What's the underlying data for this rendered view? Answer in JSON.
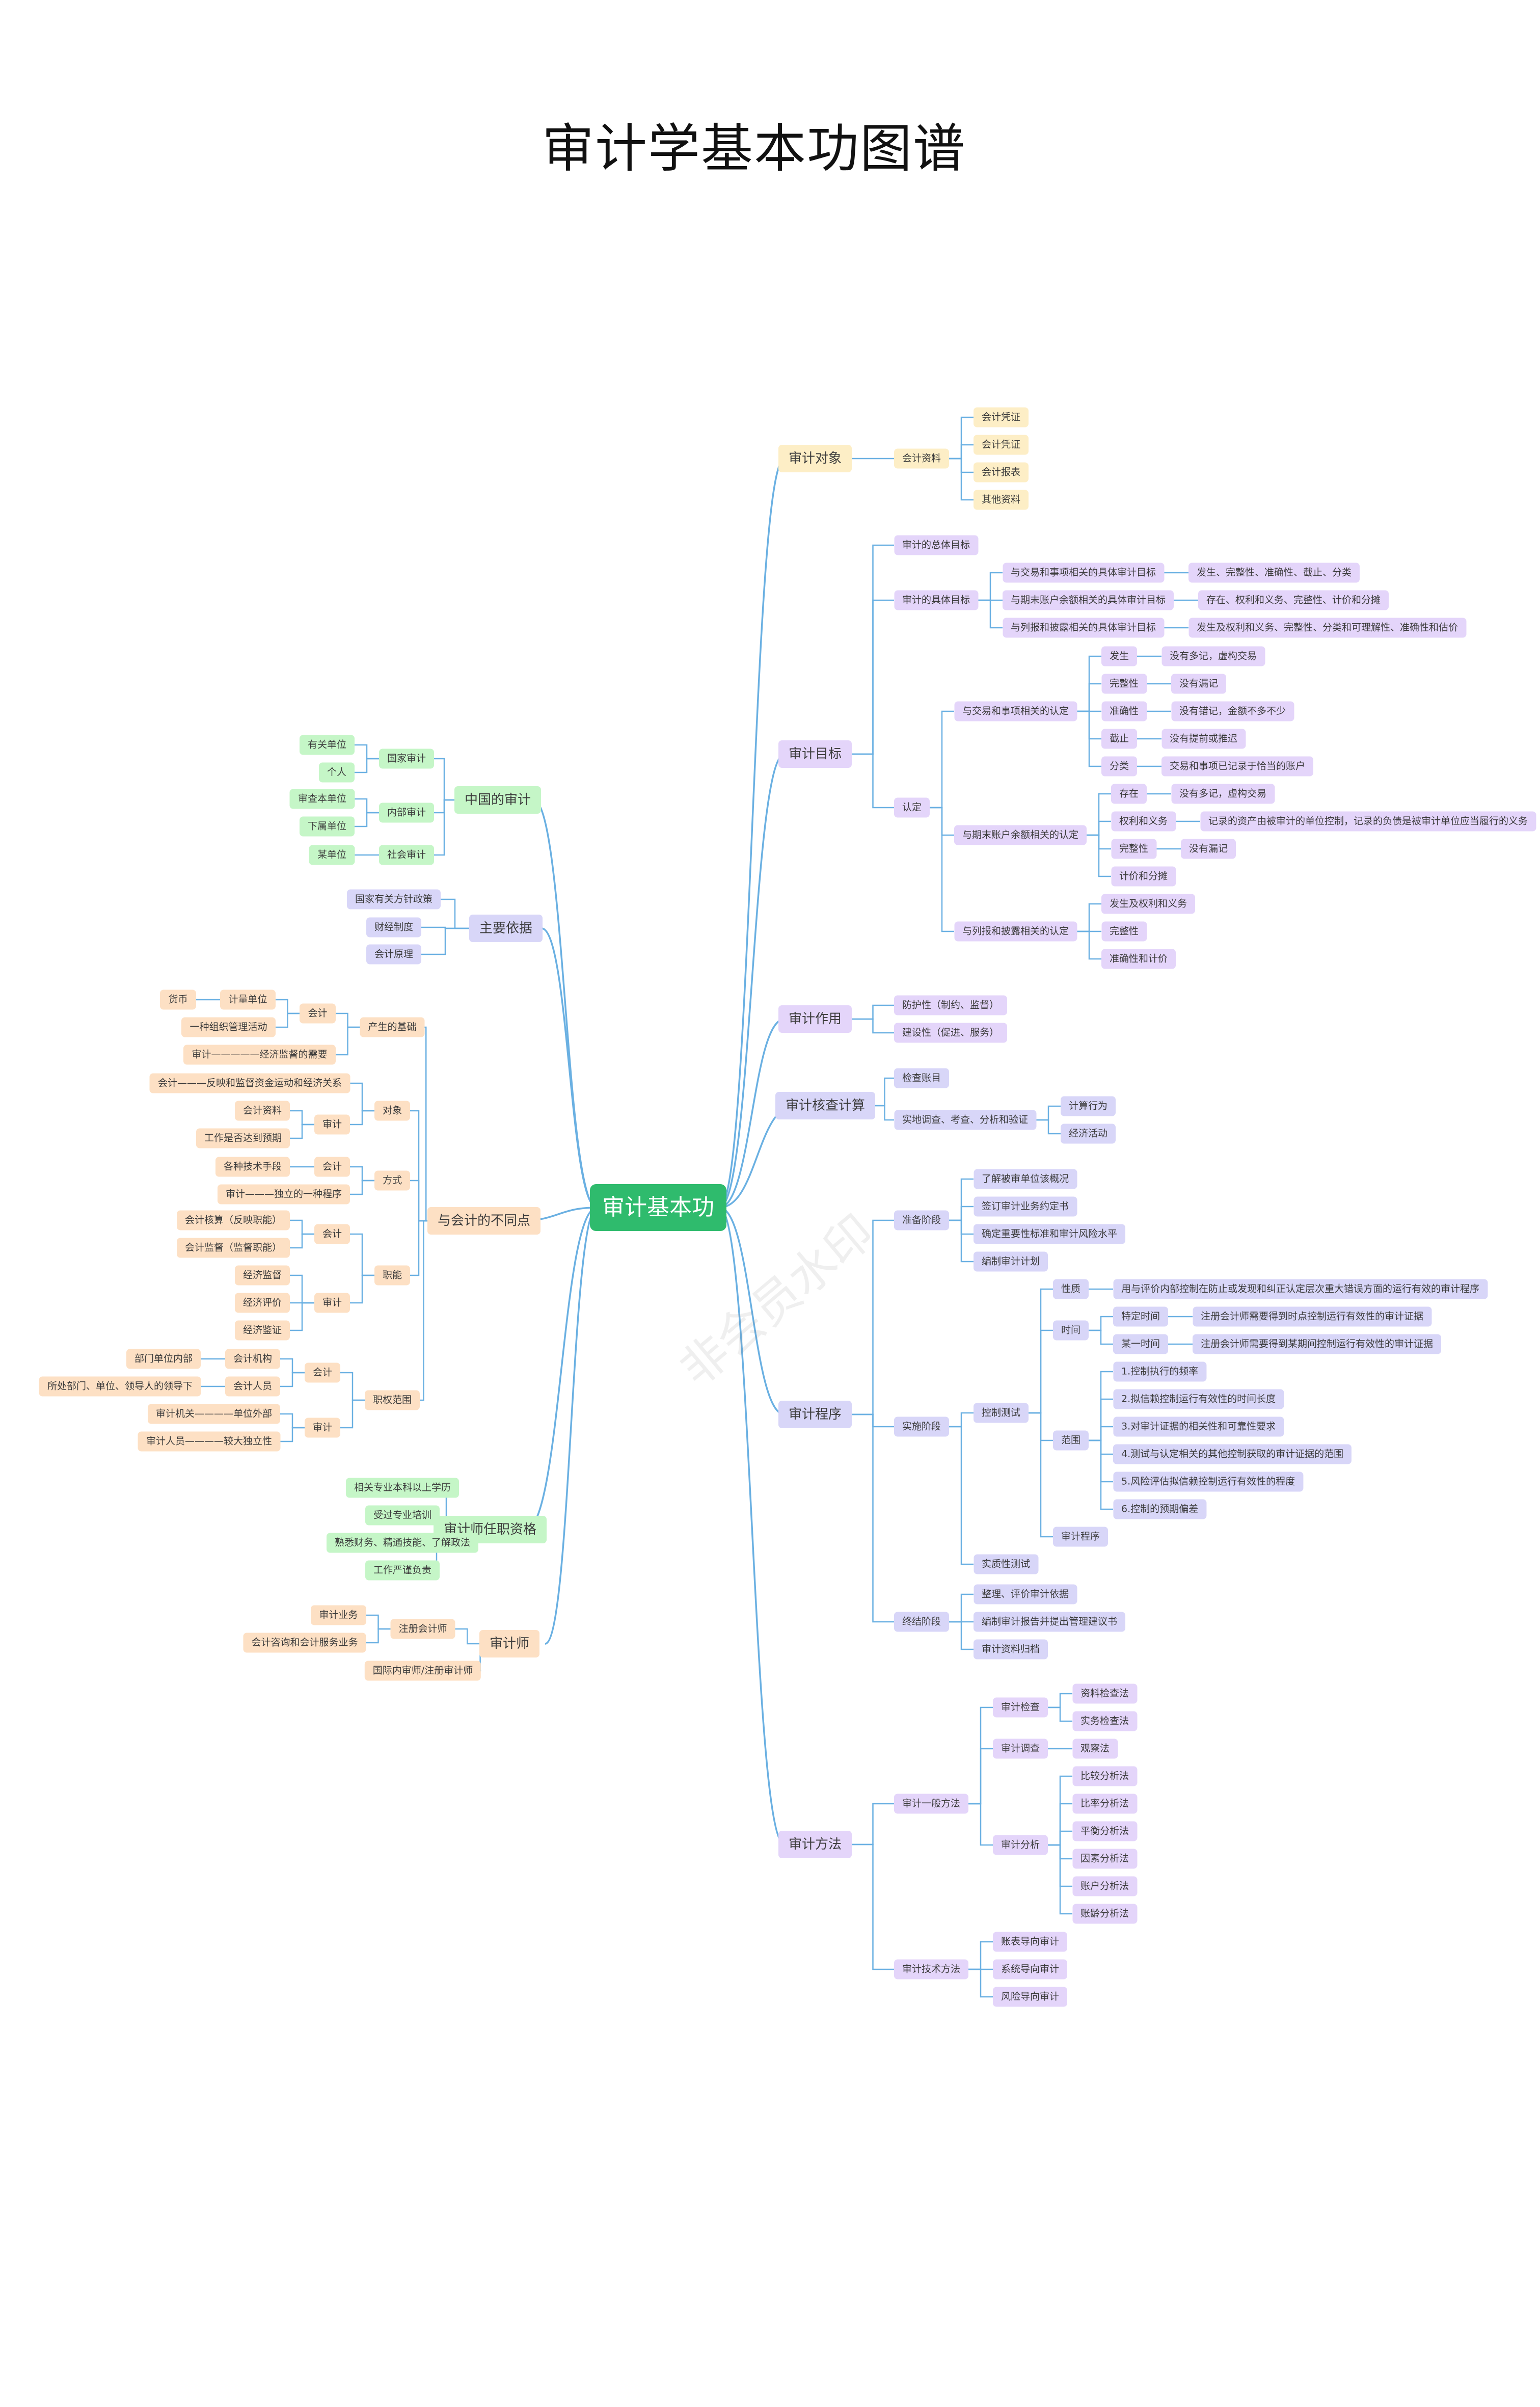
{
  "title": "审计学基本功图谱",
  "watermark": "非会员水印",
  "colors": {
    "line": "#6ab0e2",
    "root": "#2fbb6d",
    "yellow": "#fdeec6",
    "purple": "#e4d5fa",
    "blue": "#d8d6f8",
    "green": "#c5f6c7",
    "orange": "#fde0c4"
  },
  "mindmap": {
    "root": "审计基本功",
    "right": [
      {
        "label": "审计对象",
        "color": "yellow",
        "children": [
          {
            "label": "会计资料",
            "children": [
              {
                "label": "会计凭证"
              },
              {
                "label": "会计凭证"
              },
              {
                "label": "会计报表"
              },
              {
                "label": "其他资料"
              }
            ]
          }
        ]
      },
      {
        "label": "审计目标",
        "color": "purple",
        "children": [
          {
            "label": "审计的总体目标"
          },
          {
            "label": "审计的具体目标",
            "children": [
              {
                "label": "与交易和事项相关的具体审计目标",
                "children": [
                  {
                    "label": "发生、完整性、准确性、截止、分类"
                  }
                ]
              },
              {
                "label": "与期末账户余额相关的具体审计目标",
                "children": [
                  {
                    "label": "存在、权利和义务、完整性、计价和分摊"
                  }
                ]
              },
              {
                "label": "与列报和披露相关的具体审计目标",
                "children": [
                  {
                    "label": "发生及权利和义务、完整性、分类和可理解性、准确性和估价"
                  }
                ]
              }
            ]
          },
          {
            "label": "认定",
            "children": [
              {
                "label": "与交易和事项相关的认定",
                "children": [
                  {
                    "label": "发生",
                    "children": [
                      {
                        "label": "没有多记，虚构交易"
                      }
                    ]
                  },
                  {
                    "label": "完整性",
                    "children": [
                      {
                        "label": "没有漏记"
                      }
                    ]
                  },
                  {
                    "label": "准确性",
                    "children": [
                      {
                        "label": "没有错记，金额不多不少"
                      }
                    ]
                  },
                  {
                    "label": "截止",
                    "children": [
                      {
                        "label": "没有提前或推迟"
                      }
                    ]
                  },
                  {
                    "label": "分类",
                    "children": [
                      {
                        "label": "交易和事项已记录于恰当的账户"
                      }
                    ]
                  }
                ]
              },
              {
                "label": "与期末账户余额相关的认定",
                "children": [
                  {
                    "label": "存在",
                    "children": [
                      {
                        "label": "没有多记，虚构交易"
                      }
                    ]
                  },
                  {
                    "label": "权利和义务",
                    "children": [
                      {
                        "label": "记录的资产由被审计的单位控制，记录的负债是被审计单位应当履行的义务"
                      }
                    ]
                  },
                  {
                    "label": "完整性",
                    "children": [
                      {
                        "label": "没有漏记"
                      }
                    ]
                  },
                  {
                    "label": "计价和分摊"
                  }
                ]
              },
              {
                "label": "与列报和披露相关的认定",
                "children": [
                  {
                    "label": "发生及权利和义务"
                  },
                  {
                    "label": "完整性"
                  },
                  {
                    "label": "准确性和计价"
                  }
                ]
              }
            ]
          }
        ]
      },
      {
        "label": "审计作用",
        "color": "purple",
        "children": [
          {
            "label": "防护性（制约、监督）"
          },
          {
            "label": "建设性（促进、服务）"
          }
        ]
      },
      {
        "label": "审计核查计算",
        "color": "blue",
        "children": [
          {
            "label": "检查账目"
          },
          {
            "label": "实地调查、考查、分析和验证",
            "children": [
              {
                "label": "计算行为"
              },
              {
                "label": "经济活动"
              }
            ]
          }
        ]
      },
      {
        "label": "审计程序",
        "color": "blue",
        "children": [
          {
            "label": "准备阶段",
            "children": [
              {
                "label": "了解被审单位该概况"
              },
              {
                "label": "签订审计业务约定书"
              },
              {
                "label": "确定重要性标准和审计风险水平"
              },
              {
                "label": "编制审计计划"
              }
            ]
          },
          {
            "label": "实施阶段",
            "children": [
              {
                "label": "控制测试",
                "children": [
                  {
                    "label": "性质",
                    "children": [
                      {
                        "label": "用与评价内部控制在防止或发现和纠正认定层次重大错误方面的运行有效的审计程序"
                      }
                    ]
                  },
                  {
                    "label": "时间",
                    "children": [
                      {
                        "label": "特定时间",
                        "children": [
                          {
                            "label": "注册会计师需要得到时点控制运行有效性的审计证据"
                          }
                        ]
                      },
                      {
                        "label": "某一时间",
                        "children": [
                          {
                            "label": "注册会计师需要得到某期间控制运行有效性的审计证据"
                          }
                        ]
                      }
                    ]
                  },
                  {
                    "label": "范围",
                    "children": [
                      {
                        "label": "1.控制执行的频率"
                      },
                      {
                        "label": "2.拟信赖控制运行有效性的时间长度"
                      },
                      {
                        "label": "3.对审计证据的相关性和可靠性要求"
                      },
                      {
                        "label": "4.测试与认定相关的其他控制获取的审计证据的范围"
                      },
                      {
                        "label": "5.风险评估拟信赖控制运行有效性的程度"
                      },
                      {
                        "label": "6.控制的预期偏差"
                      }
                    ]
                  },
                  {
                    "label": "审计程序"
                  }
                ]
              },
              {
                "label": "实质性测试"
              }
            ]
          },
          {
            "label": "终结阶段",
            "children": [
              {
                "label": "整理、评价审计依据"
              },
              {
                "label": "编制审计报告并提出管理建议书"
              },
              {
                "label": "审计资料归档"
              }
            ]
          }
        ]
      },
      {
        "label": "审计方法",
        "color": "purple",
        "children": [
          {
            "label": "审计一般方法",
            "children": [
              {
                "label": "审计检查",
                "children": [
                  {
                    "label": "资料检查法"
                  },
                  {
                    "label": "实务检查法"
                  }
                ]
              },
              {
                "label": "审计调查",
                "children": [
                  {
                    "label": "观察法"
                  }
                ]
              },
              {
                "label": "审计分析",
                "children": [
                  {
                    "label": "比较分析法"
                  },
                  {
                    "label": "比率分析法"
                  },
                  {
                    "label": "平衡分析法"
                  },
                  {
                    "label": "因素分析法"
                  },
                  {
                    "label": "账户分析法"
                  },
                  {
                    "label": "账龄分析法"
                  }
                ]
              }
            ]
          },
          {
            "label": "审计技术方法",
            "children": [
              {
                "label": "账表导向审计"
              },
              {
                "label": "系统导向审计"
              },
              {
                "label": "风险导向审计"
              }
            ]
          }
        ]
      }
    ],
    "left": [
      {
        "label": "中国的审计",
        "color": "green",
        "children": [
          {
            "label": "国家审计",
            "children": [
              {
                "label": "有关单位"
              },
              {
                "label": "个人"
              }
            ]
          },
          {
            "label": "内部审计",
            "children": [
              {
                "label": "审查本单位"
              },
              {
                "label": "下属单位"
              }
            ]
          },
          {
            "label": "社会审计",
            "children": [
              {
                "label": "某单位"
              }
            ]
          }
        ]
      },
      {
        "label": "主要依据",
        "color": "blue",
        "children": [
          {
            "label": "国家有关方针政策"
          },
          {
            "label": "财经制度"
          },
          {
            "label": "会计原理"
          }
        ]
      },
      {
        "label": "与会计的不同点",
        "color": "orange",
        "children": [
          {
            "label": "产生的基础",
            "children": [
              {
                "label": "会计",
                "children": [
                  {
                    "label": "计量单位",
                    "children": [
                      {
                        "label": "货币"
                      }
                    ]
                  },
                  {
                    "label": "一种组织管理活动"
                  }
                ]
              },
              {
                "label": "审计—————经济监督的需要"
              }
            ]
          },
          {
            "label": "对象",
            "children": [
              {
                "label": "会计———反映和监督资金运动和经济关系"
              },
              {
                "label": "审计",
                "children": [
                  {
                    "label": "会计资料"
                  },
                  {
                    "label": "工作是否达到预期"
                  }
                ]
              }
            ]
          },
          {
            "label": "方式",
            "children": [
              {
                "label": "会计",
                "children": [
                  {
                    "label": "各种技术手段"
                  }
                ]
              },
              {
                "label": "审计———独立的一种程序"
              }
            ]
          },
          {
            "label": "职能",
            "children": [
              {
                "label": "会计",
                "children": [
                  {
                    "label": "会计核算（反映职能）"
                  },
                  {
                    "label": "会计监督（监督职能）"
                  }
                ]
              },
              {
                "label": "审计",
                "children": [
                  {
                    "label": "经济监督"
                  },
                  {
                    "label": "经济评价"
                  },
                  {
                    "label": "经济鉴证"
                  }
                ]
              }
            ]
          },
          {
            "label": "职权范围",
            "children": [
              {
                "label": "会计",
                "children": [
                  {
                    "label": "会计机构",
                    "children": [
                      {
                        "label": "部门单位内部"
                      }
                    ]
                  },
                  {
                    "label": "会计人员",
                    "children": [
                      {
                        "label": "所处部门、单位、领导人的领导下"
                      }
                    ]
                  }
                ]
              },
              {
                "label": "审计",
                "children": [
                  {
                    "label": "审计机关————单位外部"
                  },
                  {
                    "label": "审计人员————较大独立性"
                  }
                ]
              }
            ]
          }
        ]
      },
      {
        "label": "审计师任职资格",
        "color": "green",
        "children": [
          {
            "label": "相关专业本科以上学历"
          },
          {
            "label": "受过专业培训"
          },
          {
            "label": "熟悉财务、精通技能、了解政法"
          },
          {
            "label": "工作严谨负责"
          }
        ]
      },
      {
        "label": "审计师",
        "color": "orange",
        "children": [
          {
            "label": "注册会计师",
            "children": [
              {
                "label": "审计业务"
              },
              {
                "label": "会计咨询和会计服务业务"
              }
            ]
          },
          {
            "label": "国际内审师/注册审计师"
          }
        ]
      }
    ]
  }
}
